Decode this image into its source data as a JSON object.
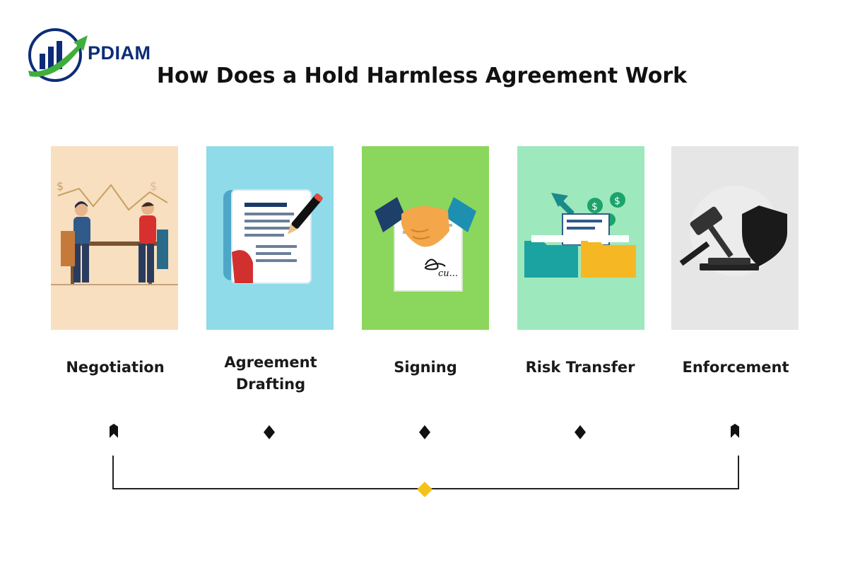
{
  "brand": {
    "name": "PDIAM"
  },
  "title": "How Does a Hold Harmless Agreement Work",
  "steps": [
    {
      "label": "Negotiation",
      "icon": "negotiation-illustration",
      "bg": "#f7dfc0"
    },
    {
      "label": "Agreement Drafting",
      "icon": "document-pen-illustration",
      "bg": "#8fdbea"
    },
    {
      "label": "Signing",
      "icon": "handshake-illustration",
      "bg": "#8bd65c"
    },
    {
      "label": "Risk Transfer",
      "icon": "folders-illustration",
      "bg": "#9ee8bd"
    },
    {
      "label": "Enforcement",
      "icon": "gavel-shield-illustration",
      "bg": "#e6e6e6"
    }
  ],
  "colors": {
    "accent": "#f5c11b",
    "line": "#222222",
    "brand_green": "#3fae3a",
    "brand_blue": "#0c2c78"
  }
}
